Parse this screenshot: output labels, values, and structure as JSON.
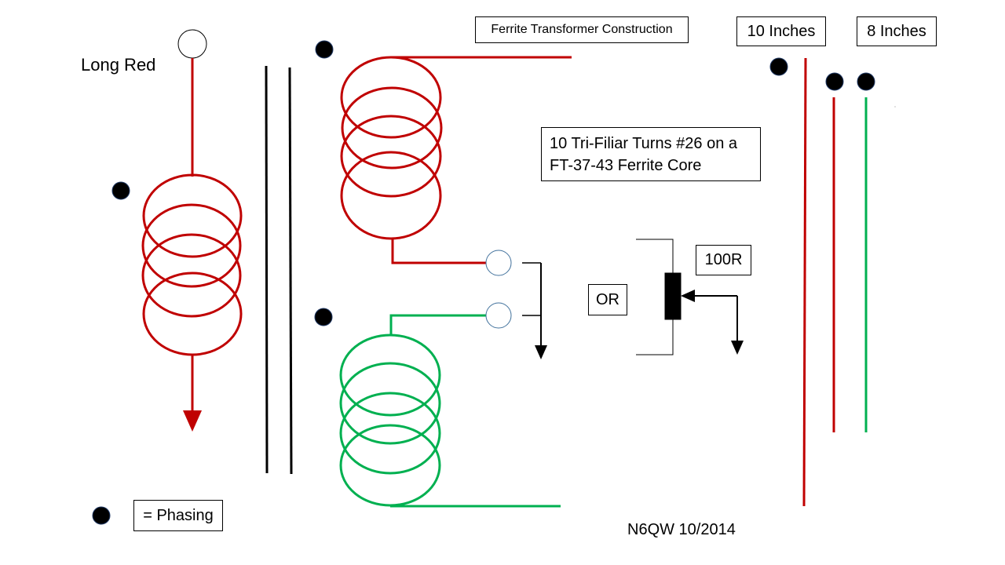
{
  "title": "Ferrite Transformer Construction",
  "labels": {
    "long_red": "Long Red",
    "ten_inches": "10 Inches",
    "eight_inches": "8 Inches",
    "turns_line1": "10 Tri-Filiar Turns #26 on a",
    "turns_line2": "FT-37-43 Ferrite Core",
    "resistor": "100R",
    "or": "OR",
    "phasing": "= Phasing",
    "credit": "N6QW 10/2014"
  },
  "colors": {
    "red_wire": "#c00000",
    "green_wire": "#00b050",
    "core": "#000000",
    "terminal": "#41719c"
  }
}
